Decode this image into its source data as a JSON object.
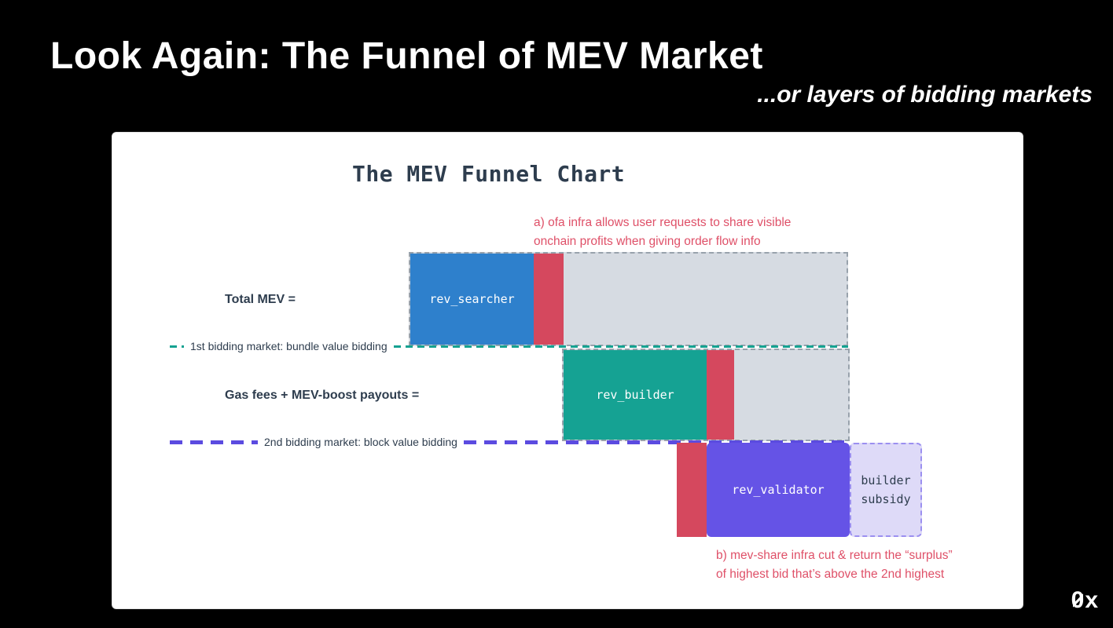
{
  "slide": {
    "title": "Look Again: The Funnel of MEV Market",
    "subtitle": "...or layers of bidding markets",
    "logo_zero": "0",
    "logo_x": "x"
  },
  "chart": {
    "title": "The MEV Funnel Chart",
    "annotations": {
      "a_line1": "a) ofa infra allows user requests to share visible",
      "a_line2": "onchain profits when giving order flow info",
      "b_line1": "b) mev-share infra cut & return the “surplus”",
      "b_line2": "of highest bid that’s above the 2nd highest"
    },
    "rows": {
      "total_mev": {
        "label": "Total MEV =",
        "segment_label": "rev_searcher"
      },
      "gas_fees": {
        "label": "Gas fees + MEV-boost payouts =",
        "segment_label": "rev_builder"
      },
      "validator": {
        "segment_label": "rev_validator",
        "subsidy_label": "builder subsidy"
      }
    },
    "dividers": {
      "first": "1st bidding market: bundle value bidding",
      "second": "2nd bidding market: block value bidding"
    },
    "colors": {
      "searcher_blue": "#2e80cc",
      "builder_teal": "#15a293",
      "validator_purple": "#6553e6",
      "mev_share_red": "#d5485e",
      "remainder_gray": "#d6dbe2",
      "subsidy_lavender": "#dedaf8",
      "annotation_red": "#df5068",
      "first_divider_teal": "#14a291",
      "second_divider_purple": "#5b4be0",
      "ink": "#2e3d4e"
    }
  }
}
